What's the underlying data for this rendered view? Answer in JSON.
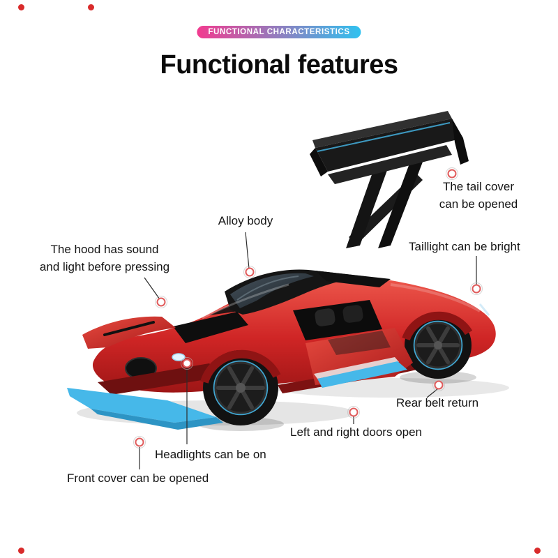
{
  "colors": {
    "accent_red": "#d92b2b",
    "accent_blue": "#46b8e9",
    "banner_left": "#f23b8f",
    "banner_right": "#2fc1ef",
    "text": "#141414",
    "marker_ring": "#e05c5c"
  },
  "header": {
    "banner_label": "FUNCTIONAL CHARACTERISTICS",
    "title": "Functional features"
  },
  "callouts": {
    "tail_cover": "The tail cover\ncan be opened",
    "alloy_body": "Alloy body",
    "hood": "The hood has sound\nand light before pressing",
    "taillight": "Taillight can be bright",
    "rear_belt": "Rear belt return",
    "doors": "Left and right doors open",
    "headlights": "Headlights can be on",
    "front_cover": "Front cover can be opened"
  },
  "illustration": {
    "car_alt": "Red die-cast model supercar with raised tail wing, open doors and open front cover"
  }
}
